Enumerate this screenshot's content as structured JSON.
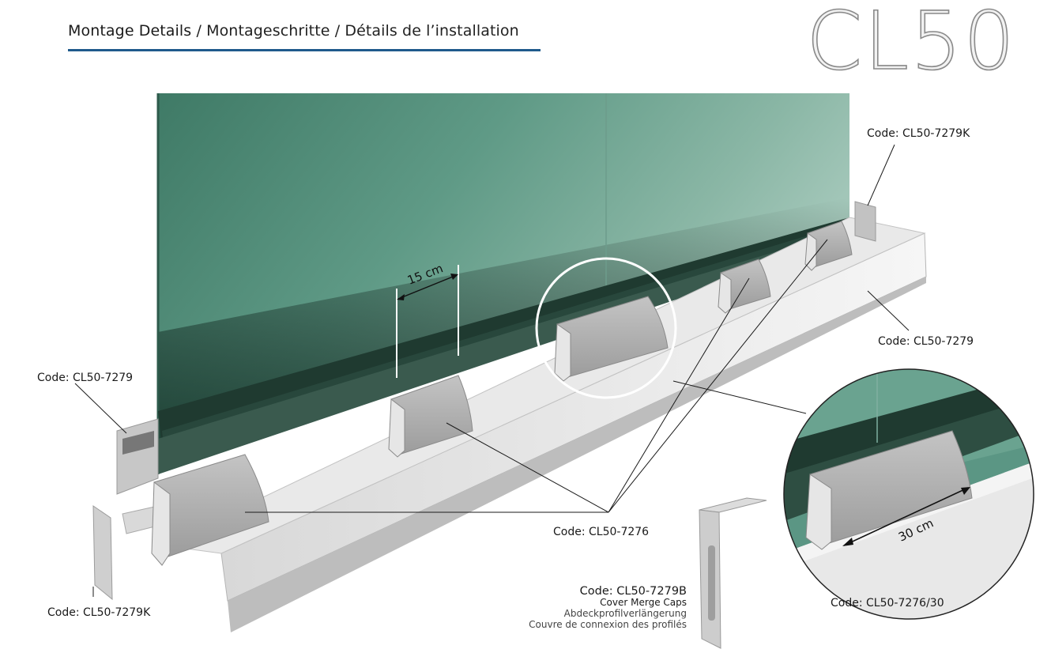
{
  "header": {
    "title_part1": "Montage Details",
    "title_sep1": " / ",
    "title_part2": "Montageschritte",
    "title_sep2": " / ",
    "title_part3": "Détails de l’installation"
  },
  "brand": "CL50",
  "dimensions": {
    "spacing": "15 cm",
    "length": "30 cm"
  },
  "labels": {
    "code_7279k_top": "Code: CL50-7279K",
    "code_7279_right": "Code: CL50-7279",
    "code_7279_left": "Code: CL50-7279",
    "code_7276": "Code: CL50-7276",
    "code_7279k_bottom": "Code: CL50-7279K",
    "code_7276_30": "Code: CL50-7276/30"
  },
  "merge_cap": {
    "code": "Code: CL50-7279B",
    "name_en": "Cover Merge Caps",
    "name_de": "Abdeckprofilverlängerung",
    "name_fr": "Couvre de connexion des profilés"
  },
  "colors": {
    "accent_rule": "#1f5a8c",
    "glass": "#4f8a76",
    "aluminium": "#c9c9c9"
  }
}
